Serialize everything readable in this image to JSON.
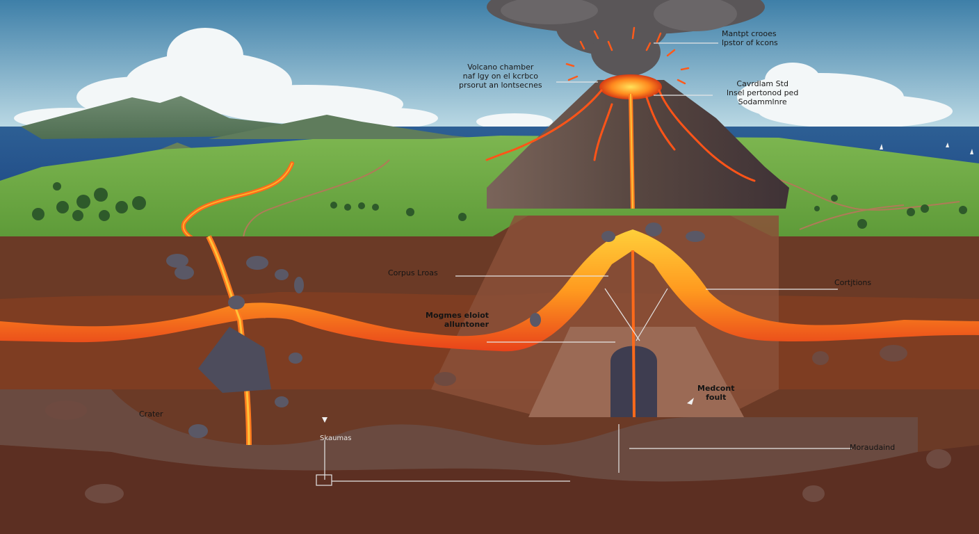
{
  "diagram": {
    "title": "Volcano cross-section illustration",
    "colors": {
      "sky_top": "#4f8fb5",
      "sky_bottom": "#b9dae6",
      "ocean": "#2d5f94",
      "grass": "#6fa944",
      "grass_dark": "#4f8a34",
      "soil_top": "#6b3a26",
      "soil_mid": "#7e3d22",
      "soil_deep": "#5a3024",
      "bedrock": "#6a4a40",
      "lava_core": "#ffb52e",
      "lava_edge": "#e8421a",
      "rock": "#4d4c5c",
      "volcano": "#5a4640",
      "ash": "#5e5a5c",
      "leader_line": "#e6e6e6"
    },
    "labels": [
      {
        "id": "volcano-chamber",
        "text": "Volcano chamber\nnaf lgy on el kcrbco\nprsorut an lontsecnes"
      },
      {
        "id": "top-right-1",
        "text": "Mantpt crooes\nlpstor of kcons"
      },
      {
        "id": "top-right-2",
        "text": "Cavrdlam Std\nlnsel pertonod ped\nSodammlnre"
      },
      {
        "id": "corpus-lroas",
        "text": "Corpus Lroas"
      },
      {
        "id": "magmas-elolot",
        "text": "Mogmes eloiot\nalluntoner"
      },
      {
        "id": "conditions",
        "text": "Cortjtions"
      },
      {
        "id": "medcont-foult",
        "text": "Medcont\nfoult"
      },
      {
        "id": "crater",
        "text": "Crater"
      },
      {
        "id": "skaumas",
        "text": "Skaumas"
      },
      {
        "id": "moraudaind",
        "text": "Moraudaind"
      }
    ]
  }
}
